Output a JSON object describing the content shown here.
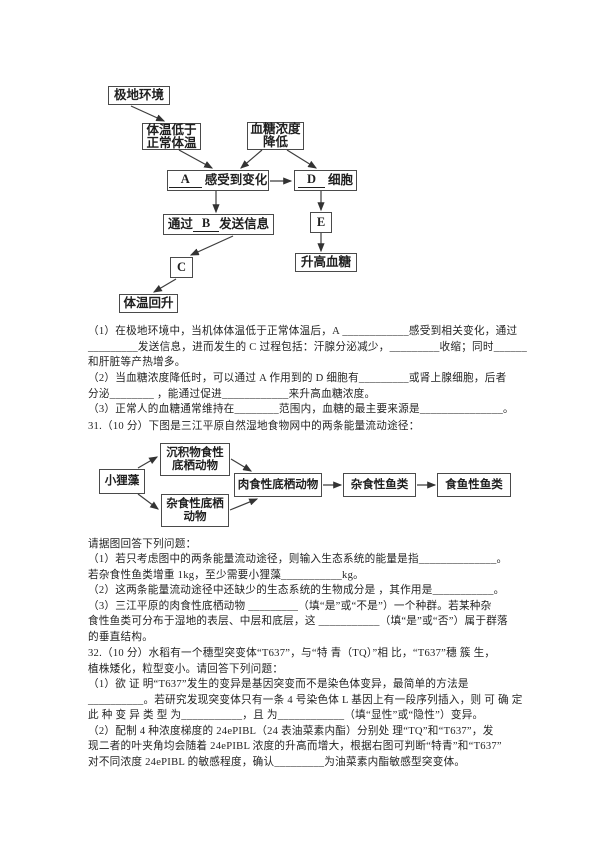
{
  "colors": {
    "paper": "#ffffff",
    "ink": "#232323",
    "box_border": "#4a4a4a"
  },
  "q30": {
    "diagram": {
      "polar_env": "极地环境",
      "low_temp_line1": "体温低于",
      "low_temp_line2": "正常体温",
      "glucose_line1": "血糖浓度",
      "glucose_line2": "降低",
      "a_blank": "A",
      "a_suffix": "感受到变化",
      "d_blank": "D",
      "d_suffix": "细胞",
      "b_prefix": "通过",
      "b_blank": "B",
      "b_suffix": "发送信息",
      "c_label": "C",
      "e_label": "E",
      "temp_recover": "体温回升",
      "raise_glucose": "升高血糖"
    },
    "lines": [
      "（1）在极地环境中，当机体体温低于正常体温后，A ____________感受到相关变化，通过",
      "_________发送信息，进而发生的 C 过程包括：汗腺分泌减少，_________收缩；同时______",
      "和肝脏等产热增多。",
      "（2）当血糖浓度降低时，可以通过 A 作用到的 D 细胞有_________或肾上腺细胞，后者",
      "分泌________ ，能通过促进____________来升高血糖浓度。",
      "（3）正常人的血糖通常维持在________范围内，血糖的最主要来源是_______________。"
    ]
  },
  "q31": {
    "heading": "31.（10 分）下图是三江平原自然湿地食物网中的两条能量流动途径：",
    "diagram": {
      "algae": "小狸藻",
      "sediment_line1": "沉积物食性",
      "sediment_line2": "底栖动物",
      "omnivore_benthic_line1": "杂食性底栖",
      "omnivore_benthic_line2": "动物",
      "carnivore_benthic": "肉食性底栖动物",
      "omnivore_fish": "杂食性鱼类",
      "piscivorous_fish": "食鱼性鱼类"
    },
    "lines": [
      "请据图回答下列问题：",
      "（1）若只考虑图中的两条能量流动途径，则输入生态系统的能量是指______________。",
      "若杂食性鱼类增重 1kg，至少需要小狸藻___________kg。",
      "（2）这两条能量流动途径中还缺少的生态系统的生物成分是 ，其作用是___________。",
      "（3）三江平原的肉食性底栖动物 _________（填“是”或“不是”）一个种群。若某种杂",
      "食性鱼类可分布于湿地的表层、中层和底层，这 ___________（填“是”或“否”）属于群落",
      "的垂直结构。"
    ]
  },
  "q32": {
    "lines": [
      "32.（10 分）水稻有一个穗型突变体“T637”，与“特 青（TQ）”相 比，“T637”穗 簇 生，",
      "植株矮化，粒型变小。请回答下列问题：",
      "（1）欲 证 明“T637”发生的变异是基因突变而不是染色体变异，最简单的方法是",
      "__________。若研究发现突变体只有一条 4 号染色体 L 基因上有一段序列插入，则 可 确 定",
      "此 种 变 异 类 型 为___________，且 为____________（填“显性”或“隐性”）变异。",
      "（2）配制 4 种浓度梯度的 24ePIBL（24 表油菜素内酯）分别处 理“TQ”和“T637”，发",
      "现二者的叶夹角均会随着 24ePIBL 浓度的升高而增大，根据右图可判断“特青”和“T637”",
      "对不同浓度 24ePIBL 的敏感程度，确认_________为油菜素内酯敏感型突变体。"
    ]
  }
}
